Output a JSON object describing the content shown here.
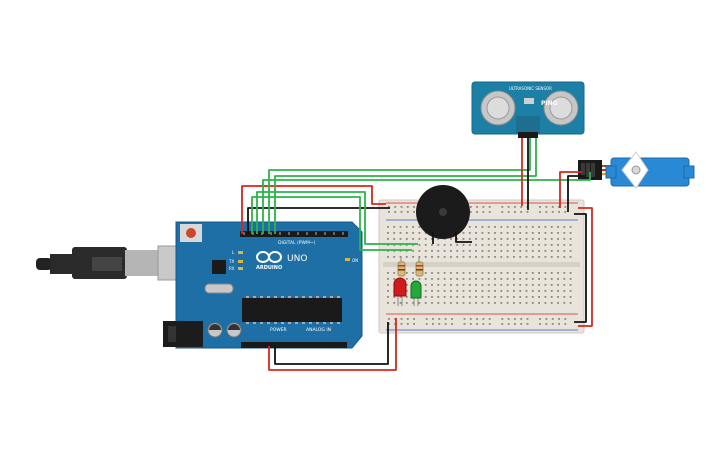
{
  "arduino": {
    "logo_text": "ARDUINO",
    "model_text": "UNO",
    "digital_label": "DIGITAL (PWM~)",
    "power_label": "POWER",
    "analog_label": "ANALOG IN",
    "on_label": "ON",
    "tx_label": "TX",
    "rx_label": "RX",
    "l_label": "L"
  },
  "sensor": {
    "name": "PING",
    "model_text": "ULTRASONIC SENSOR"
  },
  "colors": {
    "board_blue": "#1d6fa5",
    "wire_red": "#d9261c",
    "wire_green": "#2db34a",
    "wire_black": "#111111",
    "breadboard": "#e8e4dc",
    "sensor_blue": "#1c7fa6",
    "servo_blue": "#2a89d4"
  }
}
